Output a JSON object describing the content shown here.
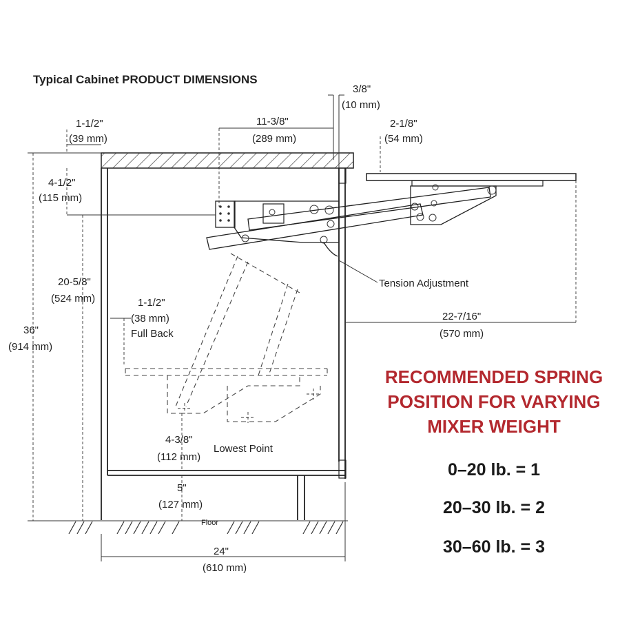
{
  "title": "Typical Cabinet PRODUCT DIMENSIONS",
  "dimensions": {
    "d_3_8": "3/8\"",
    "d_3_8_mm": "(10 mm)",
    "d_1_1_2_top": "1-1/2\"",
    "d_1_1_2_top_mm": "(39 mm)",
    "d_11_3_8": "11-3/8\"",
    "d_11_3_8_mm": "(289 mm)",
    "d_2_1_8": "2-1/8\"",
    "d_2_1_8_mm": "(54 mm)",
    "d_4_1_2": "4-1/2\"",
    "d_4_1_2_mm": "(115 mm)",
    "d_20_5_8": "20-5/8\"",
    "d_20_5_8_mm": "(524 mm)",
    "d_36": "36\"",
    "d_36_mm": "(914 mm)",
    "d_1_1_2_back": "1-1/2\"",
    "d_1_1_2_back_mm": "(38 mm)",
    "full_back": "Full Back",
    "d_22_7_16": "22-7/16\"",
    "d_22_7_16_mm": "(570 mm)",
    "d_4_3_8": "4-3/8\"",
    "d_4_3_8_mm": "(112 mm)",
    "lowest_point": "Lowest Point",
    "d_5": "5\"",
    "d_5_mm": "(127 mm)",
    "floor": "Floor",
    "d_24": "24\"",
    "d_24_mm": "(610 mm)",
    "tension_adjustment": "Tension Adjustment"
  },
  "recommendation": {
    "line1": "RECOMMENDED SPRING",
    "line2": "POSITION FOR VARYING",
    "line3": "MIXER WEIGHT",
    "color": "#b3282e"
  },
  "weights": [
    "0–20 lb. = 1",
    "20–30 lb. = 2",
    "30–60 lb. = 3"
  ]
}
